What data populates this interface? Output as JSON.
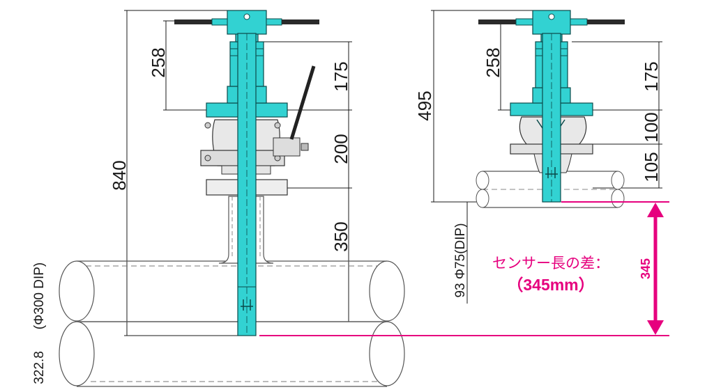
{
  "colors": {
    "sensor": "#32d2d2",
    "sensor_stroke": "#0a4a4a",
    "line": "#1a1a1a",
    "magenta": "#e6007e",
    "body_fill": "#e8e8e8",
    "pipe_stroke": "#555555"
  },
  "left": {
    "dim_840": "840",
    "dim_258": "258",
    "dim_175": "175",
    "dim_200": "200",
    "dim_350": "350",
    "pipe_label_top": "(Φ300 DIP)",
    "pipe_label_bottom": "322.8"
  },
  "right": {
    "dim_495": "495",
    "dim_258": "258",
    "dim_175": "175",
    "dim_100": "100",
    "dim_105": "105",
    "pipe_label": "93 Φ75(DIP)"
  },
  "difference": {
    "label": "センサー長の差：",
    "value": "（345mm）",
    "arrow_value": "345"
  }
}
